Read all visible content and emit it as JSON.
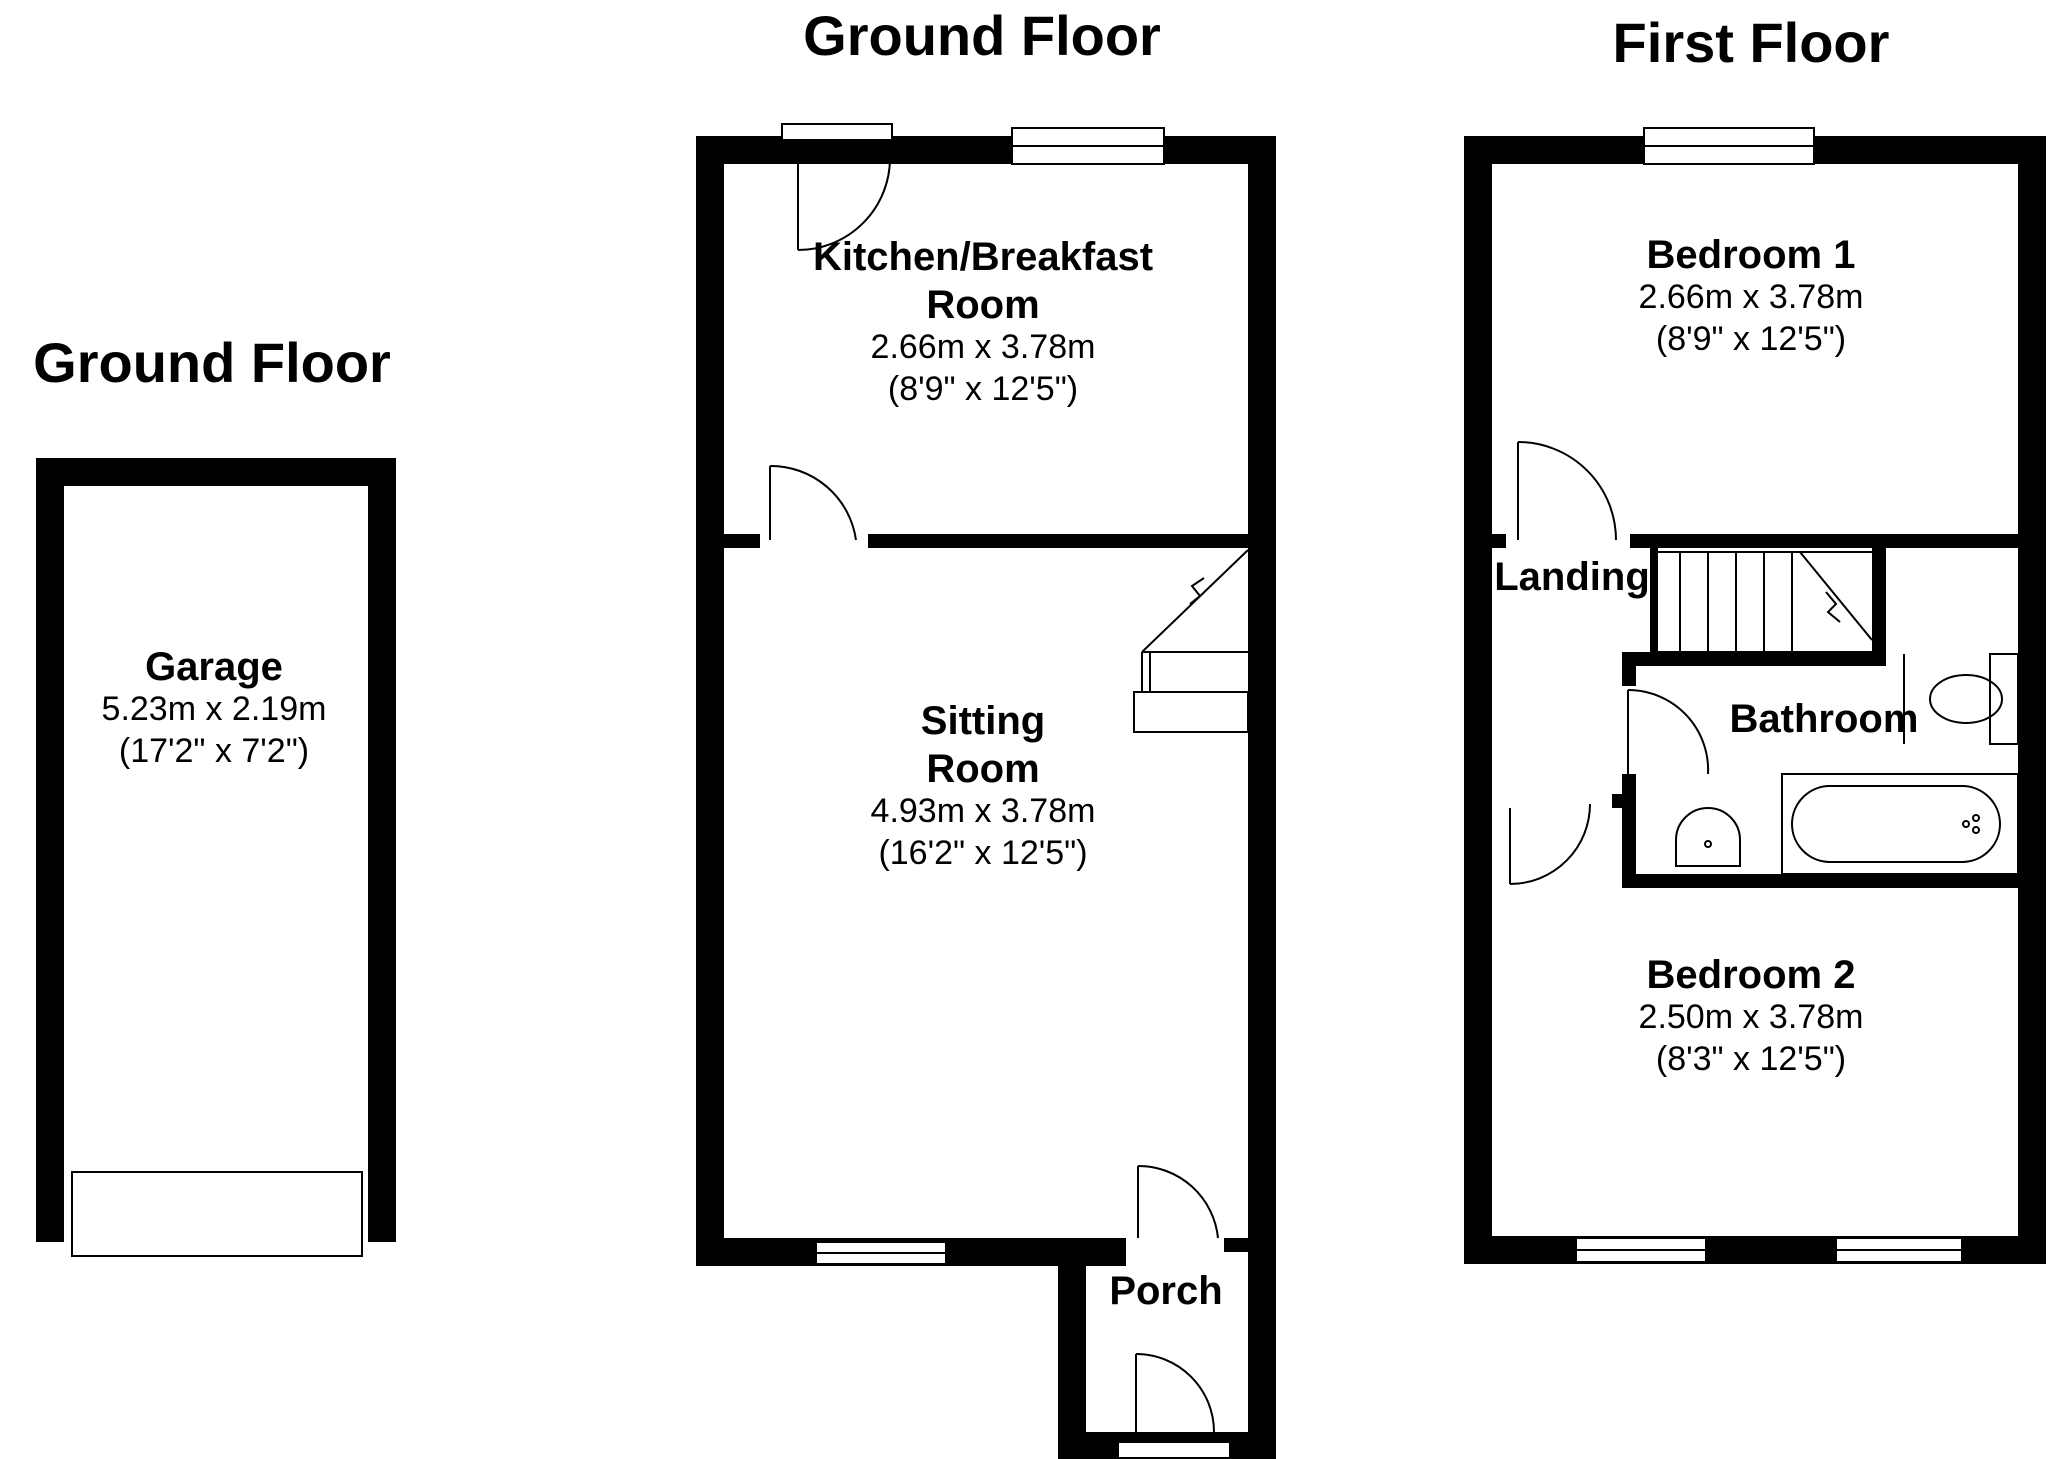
{
  "headings": {
    "garage_floor": "Ground Floor",
    "ground_floor": "Ground Floor",
    "first_floor": "First Floor"
  },
  "rooms": {
    "garage": {
      "name": "Garage",
      "metric": "5.23m x 2.19m",
      "imperial": "(17'2\" x 7'2\")"
    },
    "kitchen": {
      "name_line1": "Kitchen/Breakfast",
      "name_line2": "Room",
      "metric": "2.66m x 3.78m",
      "imperial": "(8'9\" x 12'5\")"
    },
    "sitting": {
      "name_line1": "Sitting",
      "name_line2": "Room",
      "metric": "4.93m x 3.78m",
      "imperial": "(16'2\" x 12'5\")"
    },
    "porch": {
      "name": "Porch"
    },
    "bedroom1": {
      "name": "Bedroom 1",
      "metric": "2.66m x 3.78m",
      "imperial": "(8'9\" x 12'5\")"
    },
    "landing": {
      "name": "Landing"
    },
    "bathroom": {
      "name": "Bathroom"
    },
    "bedroom2": {
      "name": "Bedroom 2",
      "metric": "2.50m x 3.78m",
      "imperial": "(8'3\" x 12'5\")"
    }
  }
}
